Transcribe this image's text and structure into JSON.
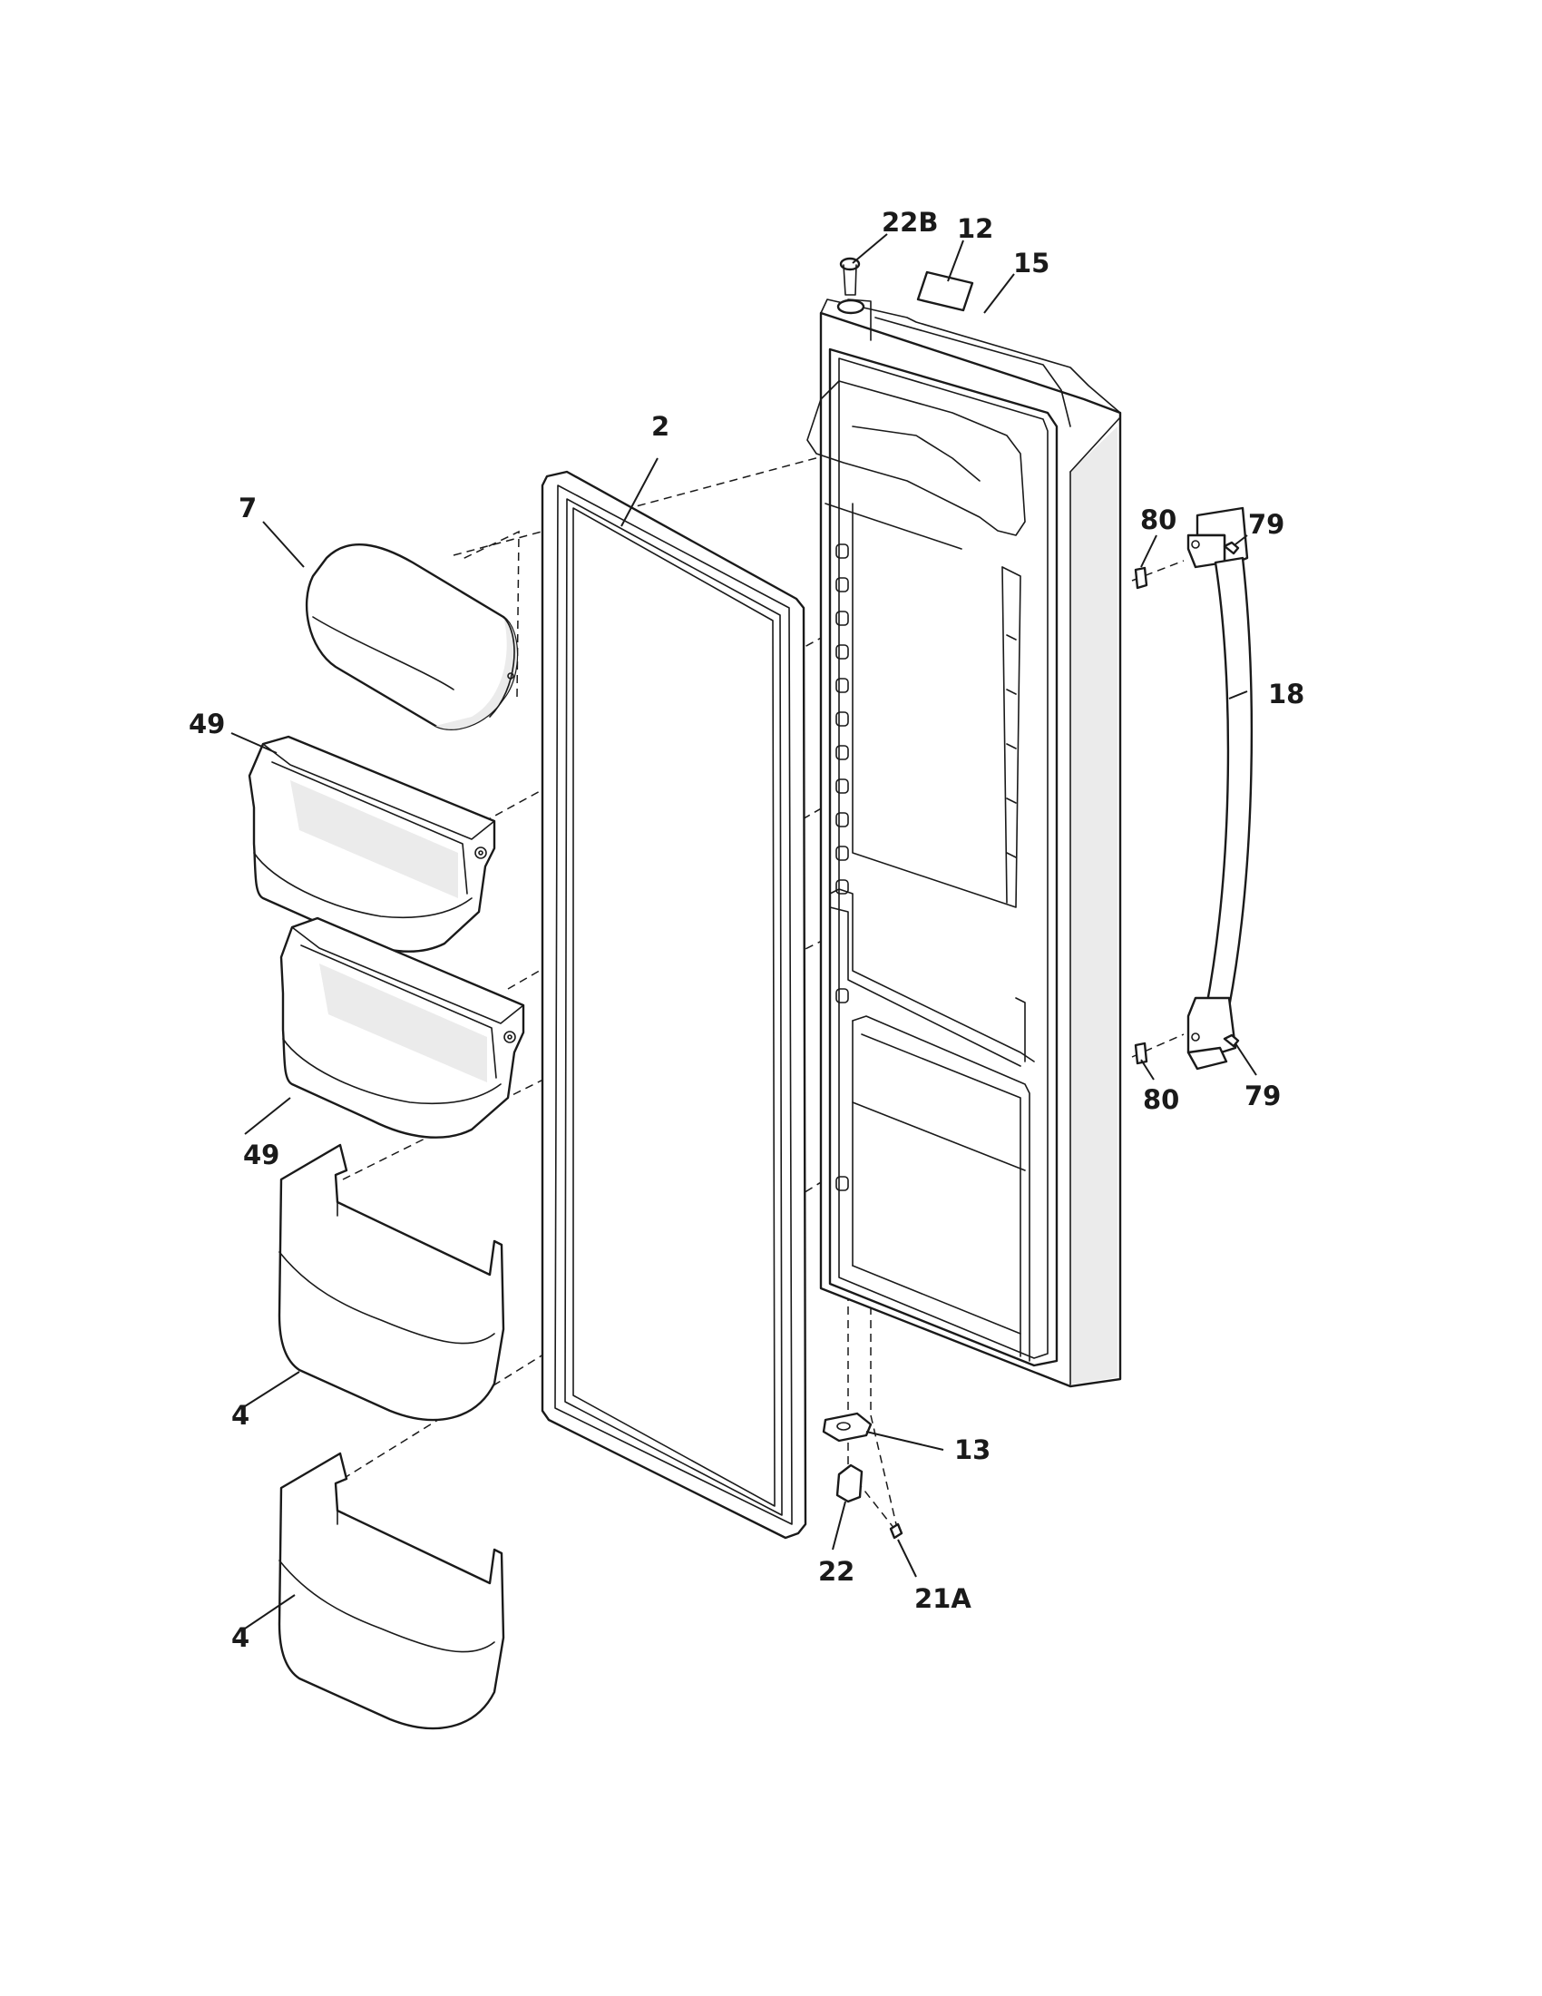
{
  "callouts": {
    "c22b": "22B",
    "c12": "12",
    "c15": "15",
    "c2": "2",
    "c7": "7",
    "c49a": "49",
    "c49b": "49",
    "c80a": "80",
    "c79a": "79",
    "c18": "18",
    "c80b": "80",
    "c79b": "79",
    "c4a": "4",
    "c4b": "4",
    "c13": "13",
    "c22": "22",
    "c21a": "21A"
  }
}
